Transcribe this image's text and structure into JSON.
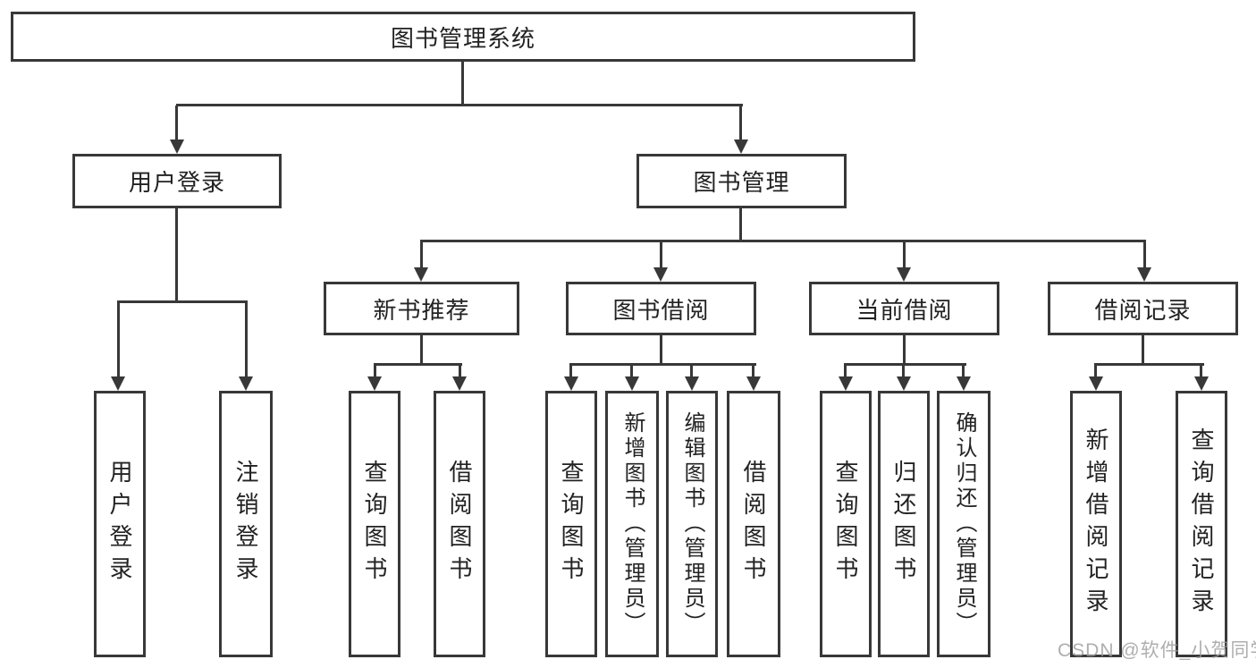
{
  "colors": {
    "line": "#383838",
    "text": "#222222",
    "watermark": "#9b9b9b",
    "background": "#ffffff"
  },
  "watermark": "CSDN @软件_小贺同学",
  "tree": {
    "root": {
      "label": "图书管理系统"
    },
    "children": [
      {
        "label": "用户登录",
        "children": [
          {
            "label": "用户登录"
          },
          {
            "label": "注销登录"
          }
        ]
      },
      {
        "label": "图书管理",
        "children": [
          {
            "label": "新书推荐",
            "children": [
              {
                "label": "查询图书"
              },
              {
                "label": "借阅图书"
              }
            ]
          },
          {
            "label": "图书借阅",
            "children": [
              {
                "label": "查询图书"
              },
              {
                "label": "新增图书（管理员）"
              },
              {
                "label": "编辑图书（管理员）"
              },
              {
                "label": "借阅图书"
              }
            ]
          },
          {
            "label": "当前借阅",
            "children": [
              {
                "label": "查询图书"
              },
              {
                "label": "归还图书"
              },
              {
                "label": "确认归还（管理员）"
              }
            ]
          },
          {
            "label": "借阅记录",
            "children": [
              {
                "label": "新增借阅记录"
              },
              {
                "label": "查询借阅记录"
              }
            ]
          }
        ]
      }
    ]
  }
}
